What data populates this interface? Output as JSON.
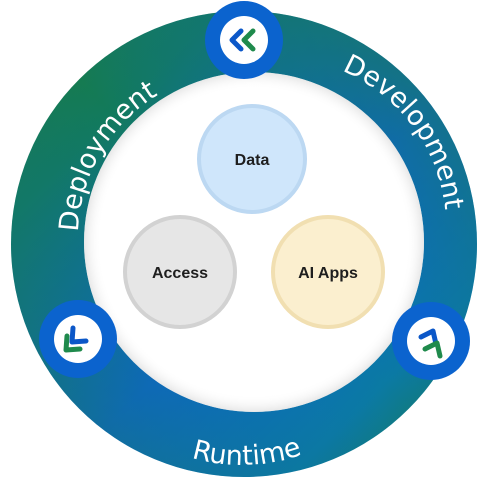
{
  "ring": {
    "labels": {
      "deployment": "Deployment",
      "development": "Development",
      "runtime": "Runtime"
    },
    "gradient_colors": {
      "blue": "#0a6fd1",
      "teal": "#0b8a8a",
      "green": "#1c7d3a"
    },
    "badges": [
      {
        "name": "development-badge",
        "icon": "double-chevron-left-icon"
      },
      {
        "name": "runtime-badge",
        "icon": "double-chevron-up-right-icon"
      },
      {
        "name": "deployment-badge",
        "icon": "double-chevron-down-left-icon"
      }
    ]
  },
  "nodes": {
    "data": {
      "label": "Data",
      "fill": "#cfe6fb",
      "stroke": "#bcd8f2"
    },
    "access": {
      "label": "Access",
      "fill": "#e6e6e6",
      "stroke": "#d2d2d2"
    },
    "ai_apps": {
      "label": "AI Apps",
      "fill": "#fbefcf",
      "stroke": "#f1dfb1"
    }
  },
  "colors": {
    "badge_blue": "#0b63ce",
    "badge_inner": "#ffffff",
    "icon_blue": "#0b57c8",
    "icon_green": "#1f8a4c"
  }
}
